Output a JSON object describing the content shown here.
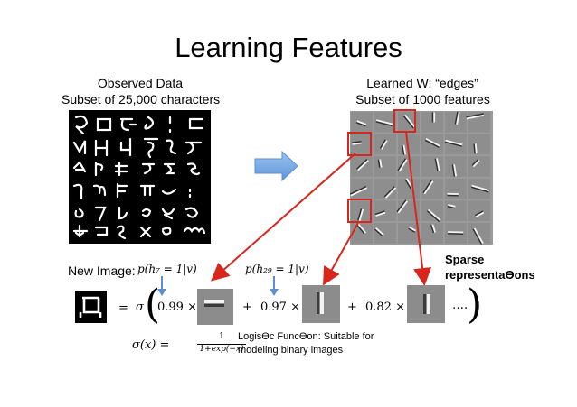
{
  "title": "Learning Features",
  "observed": {
    "line1": "Observed  Data",
    "line2": "Subset of 25,000 characters"
  },
  "learned": {
    "line1": "Learned W:  “edges”",
    "line2": "Subset of 1000 features"
  },
  "new_image_label": "New Image:",
  "prob_h7": "p(h₇ = 1|v)",
  "prob_h29": "p(h₂₉ = 1|v)",
  "equation": {
    "equals": "=",
    "sigma": "σ",
    "coef1": "0.99 ×",
    "plus1": "+",
    "coef2": "0.97 ×",
    "plus2": "+",
    "coef3": "0.82 ×",
    "ellipsis": "…."
  },
  "sigmoid_def": "σ(x) = 1 / (1+exp(−x))",
  "sigmoid_lhs": "σ(x) =",
  "sigmoid_num": "1",
  "sigmoid_den": "1+exp(−x)",
  "logistic_note": {
    "line1": "LogisƟc FuncƟon: Suitable for",
    "line2": "modeling binary images"
  },
  "sparse": {
    "line1": "Sparse",
    "line2": "representaƟons"
  },
  "colors": {
    "red": "#d8261d",
    "arrow_blue": "#5b8fd0",
    "arrow_fill": "#7aaee8"
  },
  "icons": [
    "right-arrow-icon",
    "down-arrow-icon"
  ]
}
